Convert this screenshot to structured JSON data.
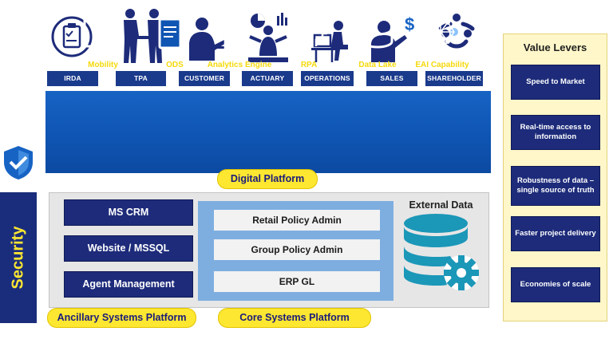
{
  "stakeholders": [
    {
      "label": "IRDA",
      "icon": "clipboard-check-icon"
    },
    {
      "label": "TPA",
      "icon": "handshake-icon"
    },
    {
      "label": "CUSTOMER",
      "icon": "person-laptop-icon"
    },
    {
      "label": "ACTUARY",
      "icon": "person-charts-icon"
    },
    {
      "label": "OPERATIONS",
      "icon": "person-desk-icon"
    },
    {
      "label": "SALES",
      "icon": "person-dollar-icon"
    },
    {
      "label": "SHAREHOLDER",
      "icon": "people-circle-icon"
    }
  ],
  "digital_platform": {
    "items": [
      {
        "label": "Mobility",
        "icon": "mobile-gear-icon"
      },
      {
        "label": "ODS",
        "icon": "document-stack-icon"
      },
      {
        "label": "Analytics Engine",
        "icon": "brain-gear-icon"
      },
      {
        "label": "RPA",
        "icon": "robot-head-icon"
      },
      {
        "label": "Data Lake",
        "icon": "database-icon"
      },
      {
        "label": "EAI Capability",
        "icon": "network-nodes-icon"
      }
    ],
    "title": "Digital Platform"
  },
  "security": {
    "label": "Security",
    "icon": "shield-check-icon"
  },
  "ancillary": {
    "items": [
      "MS CRM",
      "Website / MSSQL",
      "Agent Management"
    ],
    "title": "Ancillary Systems Platform"
  },
  "core": {
    "items": [
      "Retail Policy Admin",
      "Group Policy Admin",
      "ERP GL"
    ],
    "title": "Core Systems Platform"
  },
  "external": {
    "label": "External Data",
    "icon": "database-gear-icon"
  },
  "value_levers": {
    "title": "Value Levers",
    "items": [
      "Speed to Market",
      "Real-time access to information",
      "Robustness of data – single source of truth",
      "Faster project delivery",
      "Economies of scale"
    ]
  },
  "colors": {
    "navy": "#1d2b7a",
    "blue_band": "#0f55b3",
    "yellow": "#fde731",
    "light_blue": "#7eaee0",
    "cream": "#fff7c9"
  }
}
